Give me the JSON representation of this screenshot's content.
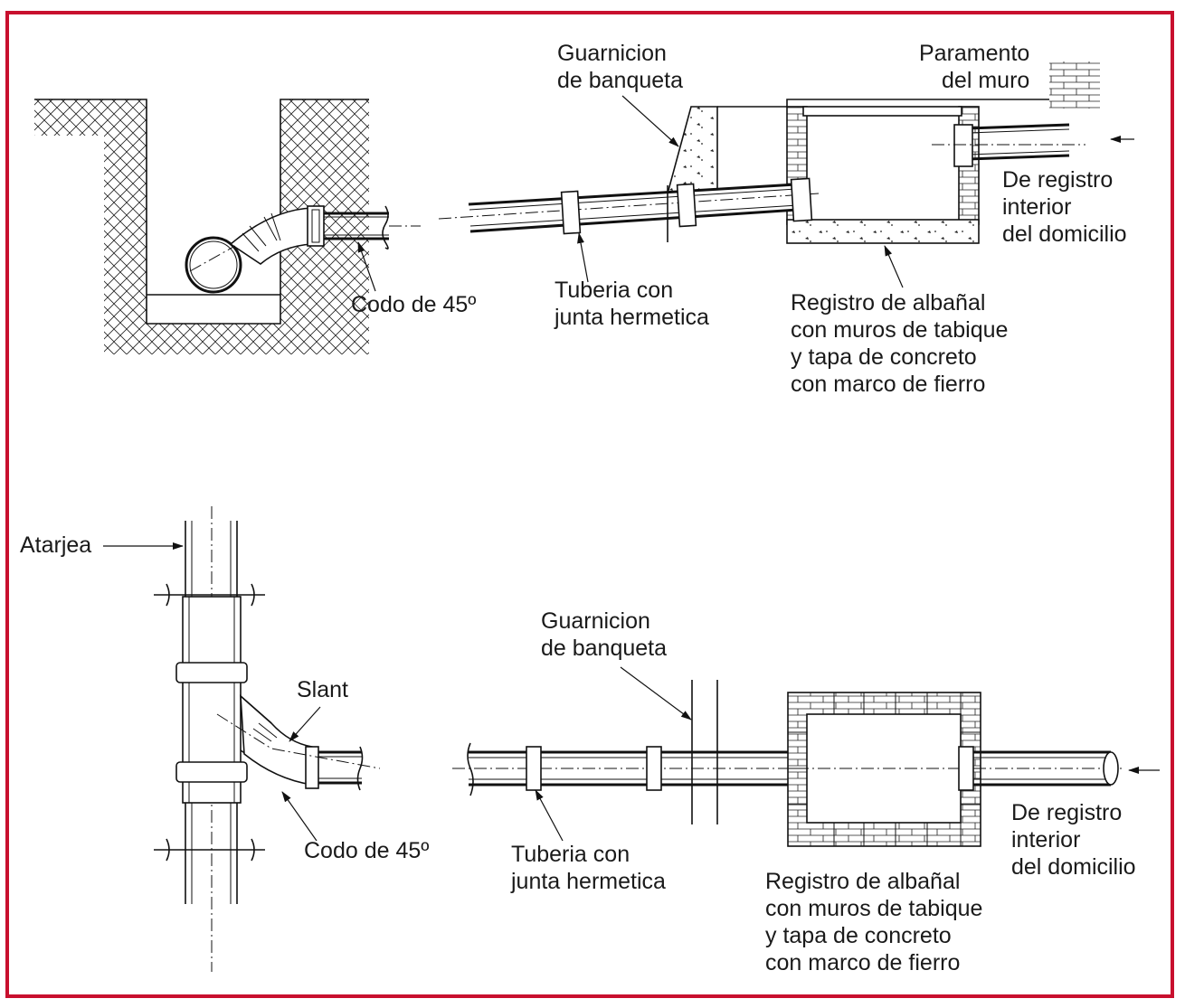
{
  "frame_color": "#c8102e",
  "top_section": {
    "guarnicion_label": "Guarnicion\nde banqueta",
    "paramento_label": "Paramento\ndel muro",
    "codo_label": "Codo de 45º",
    "tuberia_label": "Tuberia con\njunta hermetica",
    "de_registro_label": "De registro\ninterior\ndel domicilio",
    "registro_label": "Registro de albañal\ncon muros de tabique\ny tapa de concreto\ncon marco de fierro"
  },
  "bottom_section": {
    "atarjea_label": "Atarjea",
    "slant_label": "Slant",
    "codo_label": "Codo de 45º",
    "guarnicion_label": "Guarnicion\nde banqueta",
    "tuberia_label": "Tuberia con\njunta hermetica",
    "de_registro_label": "De registro\ninterior\ndel domicilio",
    "registro_label": "Registro de albañal\ncon muros de tabique\ny tapa de concreto\ncon marco de fierro"
  }
}
